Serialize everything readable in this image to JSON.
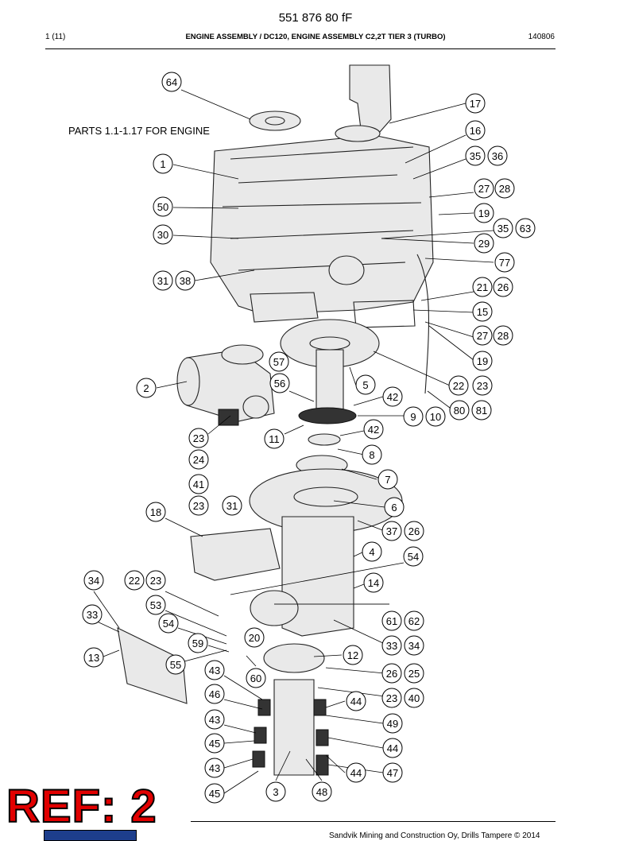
{
  "header": {
    "doc_number": "551 876 80 fF",
    "page": "1 (11)",
    "title": "ENGINE ASSEMBLY / DC120, ENGINE ASSEMBLY C2,2T TIER 3 (TURBO)",
    "date_code": "140806"
  },
  "note": "PARTS 1.1-1.17 FOR ENGINE",
  "reference_stamp": "REF: 2",
  "footer": "Sandvik Mining and Construction Oy, Drills Tampere © 2014",
  "callouts": [
    "64",
    "17",
    "16",
    "35",
    "36",
    "1",
    "27",
    "28",
    "50",
    "19",
    "35",
    "63",
    "30",
    "29",
    "77",
    "31",
    "38",
    "21",
    "26",
    "15",
    "27",
    "28",
    "19",
    "57",
    "5",
    "22",
    "23",
    "2",
    "56",
    "42",
    "80",
    "81",
    "9",
    "10",
    "42",
    "23",
    "11",
    "8",
    "24",
    "7",
    "41",
    "23",
    "31",
    "6",
    "18",
    "37",
    "26",
    "4",
    "54",
    "34",
    "22",
    "23",
    "14",
    "53",
    "33",
    "54",
    "61",
    "62",
    "59",
    "20",
    "33",
    "34",
    "13",
    "55",
    "12",
    "43",
    "26",
    "25",
    "60",
    "46",
    "23",
    "40",
    "44",
    "43",
    "49",
    "45",
    "44",
    "43",
    "47",
    "44",
    "45",
    "3",
    "48"
  ]
}
